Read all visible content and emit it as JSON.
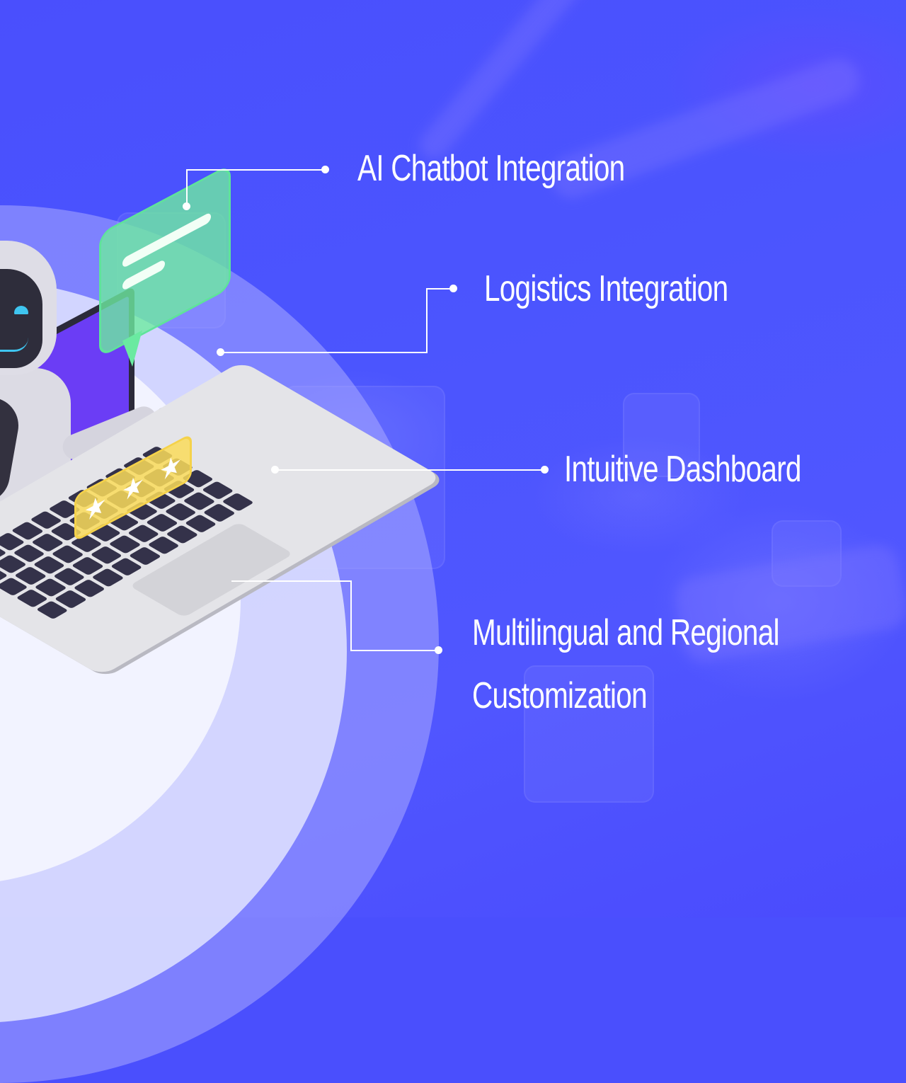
{
  "features": [
    {
      "label": "AI Chatbot Integration"
    },
    {
      "label": "Logistics Integration"
    },
    {
      "label": "Intuitive Dashboard"
    },
    {
      "label_line1": "Multilingual and Regional",
      "label_line2": "Customization"
    }
  ],
  "illustration": {
    "subject": "robot-emerging-from-laptop",
    "chat_bubble_icon": "chat-bubble-icon",
    "rating_stars": [
      "★",
      "★",
      "★"
    ]
  },
  "colors": {
    "background": "#4a4ffd",
    "text": "#ffffff",
    "connector": "#ffffff",
    "chat_bubble": "#6aeaa1",
    "rating": "#f5d24a",
    "laptop_screen": "#6b3df5"
  }
}
